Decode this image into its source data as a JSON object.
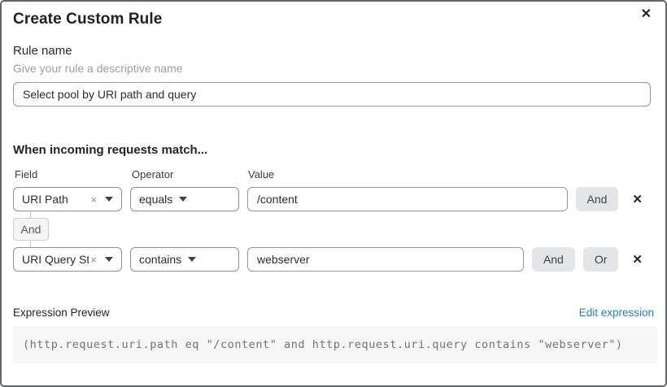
{
  "dialog": {
    "title": "Create Custom Rule",
    "close_icon": "✕"
  },
  "rule_name": {
    "label": "Rule name",
    "helper": "Give your rule a descriptive name",
    "value": "Select pool by URI path and query"
  },
  "matcher": {
    "heading": "When incoming requests match...",
    "columns": {
      "field": "Field",
      "operator": "Operator",
      "value": "Value"
    },
    "connector": "And",
    "rows": [
      {
        "field": "URI Path",
        "clear_icon": "×",
        "operator": "equals",
        "value": "/content",
        "and_label": "And",
        "remove_icon": "✕"
      },
      {
        "field": "URI Query St...",
        "clear_icon": "×",
        "operator": "contains",
        "value": "webserver",
        "and_label": "And",
        "or_label": "Or",
        "remove_icon": "✕"
      }
    ]
  },
  "expression": {
    "label": "Expression Preview",
    "edit_link": "Edit expression",
    "code": "(http.request.uri.path eq \"/content\" and http.request.uri.query contains \"webserver\")"
  },
  "colors": {
    "link_blue": "#2e7cb9",
    "button_gray": "#e4e5e6",
    "code_background": "#f6f6f7",
    "border_gray": "#8f9195"
  }
}
